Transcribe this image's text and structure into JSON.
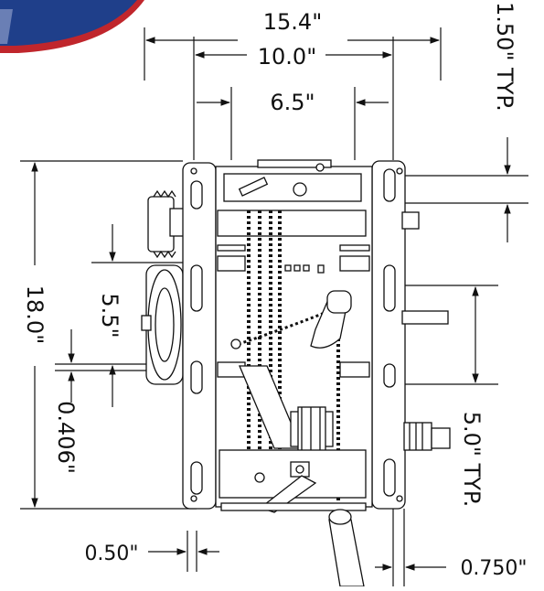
{
  "dimensions": {
    "overall_width": "15.4\"",
    "frame_width": "10.0\"",
    "inner_width": "6.5\"",
    "height": "18.0\"",
    "top_spacing": "1.50\" TYP.",
    "slot_spacing": "5.5\"",
    "edge_offset": "0.406\"",
    "right_slot_spacing": "5.0\" TYP.",
    "slot_width": "0.50\"",
    "right_edge": "0.750\""
  },
  "colors": {
    "line": "#111111",
    "logo_red": "#c0262c",
    "logo_blue": "#1f3f8a"
  }
}
